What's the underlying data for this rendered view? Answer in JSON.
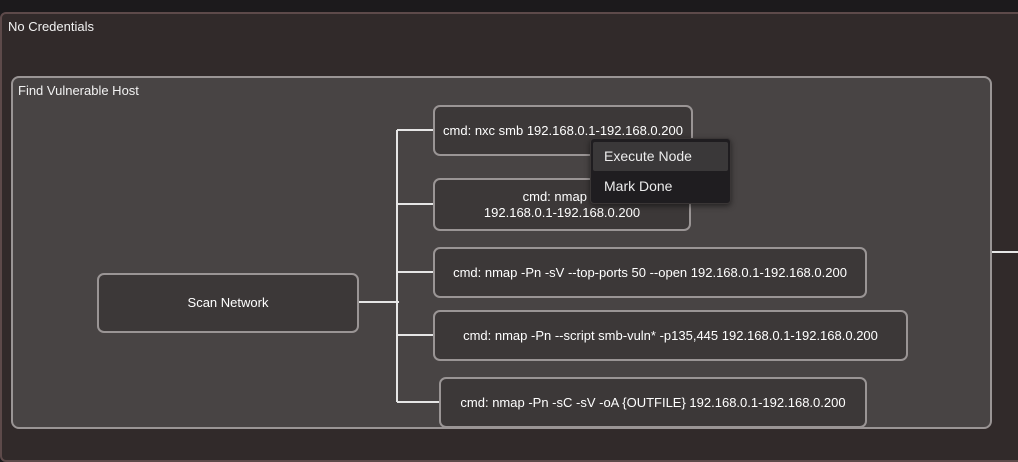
{
  "outer_group": {
    "title": "No Credentials"
  },
  "inner_group": {
    "title": "Find Vulnerable Host"
  },
  "nodes": {
    "scan_network": "Scan Network",
    "cmd1": "cmd: nxc smb 192.168.0.1-192.168.0.200",
    "cmd2_line1": "cmd: nmap -s",
    "cmd2_line2": "192.168.0.1-192.168.0.200",
    "cmd3": "cmd: nmap -Pn -sV --top-ports 50 --open 192.168.0.1-192.168.0.200",
    "cmd4": "cmd: nmap -Pn --script smb-vuln* -p135,445 192.168.0.1-192.168.0.200",
    "cmd5": "cmd: nmap -Pn -sC -sV -oA {OUTFILE} 192.168.0.1-192.168.0.200"
  },
  "context_menu": {
    "items": [
      "Execute Node",
      "Mark Done"
    ]
  }
}
